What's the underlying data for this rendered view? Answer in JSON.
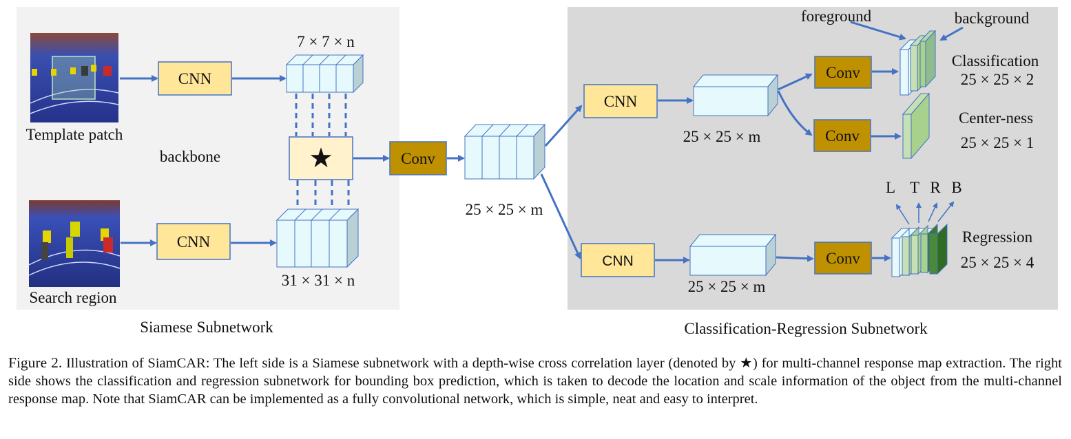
{
  "siamese": {
    "title": "Siamese Subnetwork",
    "template_label": "Template patch",
    "search_label": "Search region",
    "backbone_label": "backbone",
    "cnn_top": "CNN",
    "cnn_bottom": "CNN",
    "star": "★",
    "feat_top_dims": "7 × 7 × n",
    "feat_bottom_dims": "31 × 31 × n"
  },
  "middle": {
    "conv_label": "Conv",
    "response_dims": "25 × 25 × m"
  },
  "head": {
    "title": "Classification-Regression Subnetwork",
    "cnn_top": "CNN",
    "cnn_bottom": "CNN",
    "feat_top_dims": "25 × 25 × m",
    "feat_bottom_dims": "25 × 25 × m",
    "conv_cls": "Conv",
    "conv_cen": "Conv",
    "conv_reg": "Conv",
    "foreground": "foreground",
    "background": "background",
    "cls_label": "Classification",
    "cls_dims": "25 × 25 × 2",
    "cen_label": "Center-ness",
    "cen_dims": "25 × 25 × 1",
    "reg_label": "Regression",
    "reg_dims": "25 × 25 × 4",
    "ltrb": [
      "L",
      "T",
      "R",
      "B"
    ]
  },
  "colors": {
    "arrow": "#4472c4",
    "cnn_fill": "#ffe699",
    "conv_fill": "#bf9000",
    "tensor_fill": "#e6fafd",
    "panel_bg": "#d9d9d9",
    "left_bg": "#f2f2f2"
  },
  "caption": {
    "figure": "Figure 2.",
    "text": "Illustration of SiamCAR: The left side is a Siamese subnetwork with a depth-wise cross correlation layer (denoted by ★) for multi-channel response map extraction. The right side shows the classification and regression subnetwork for bounding box prediction, which is taken to decode the location and scale information of the object from the multi-channel response map. Note that SiamCAR can be implemented as a fully convolutional network, which is simple, neat and easy to interpret."
  }
}
